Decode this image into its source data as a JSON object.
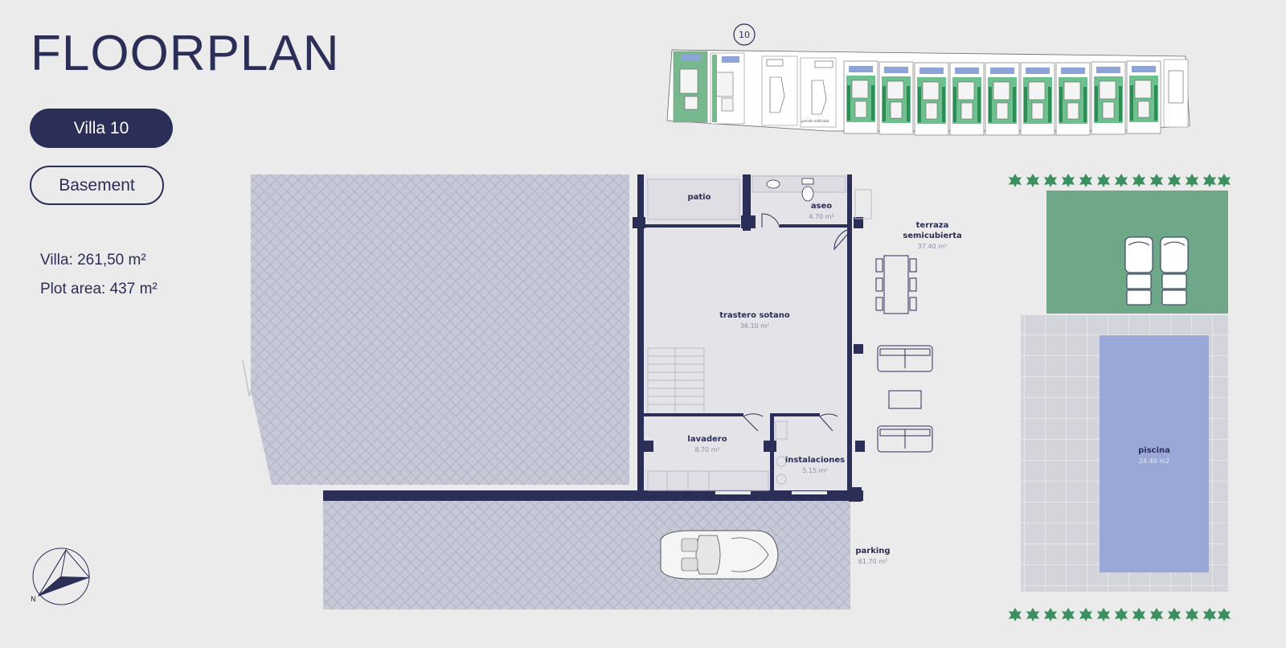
{
  "header": {
    "title": "FLOORPLAN"
  },
  "selectors": {
    "villa_label": "Villa 10",
    "floor_label": "Basement"
  },
  "stats": {
    "villa": "Villa: 261,50 m²",
    "plot": "Plot area: 437 m²"
  },
  "site_map": {
    "villa_number": "10",
    "lot_note": "parcela edificada"
  },
  "compass": {
    "north_label": "N"
  },
  "rooms": {
    "patio": {
      "name": "patio"
    },
    "aseo": {
      "name": "aseo",
      "area": "4.70 m²"
    },
    "terraza": {
      "name_line1": "terraza",
      "name_line2": "semicubierta",
      "area": "37.40 m²"
    },
    "trastero": {
      "name": "trastero sotano",
      "area": "36.10 m²"
    },
    "lavadero": {
      "name": "lavadero",
      "area": "8.70 m²"
    },
    "instalaciones": {
      "name": "instalaciones",
      "area": "5.15 m²"
    },
    "piscina": {
      "name": "piscina",
      "area": "24.40 m2"
    },
    "parking": {
      "name": "parking",
      "area": "61.70 m²"
    }
  },
  "colors": {
    "navy": "#2b2e57",
    "garden_green": "#6ea888",
    "pool_blue": "#99a8d6",
    "tree_green": "#3c9060"
  }
}
